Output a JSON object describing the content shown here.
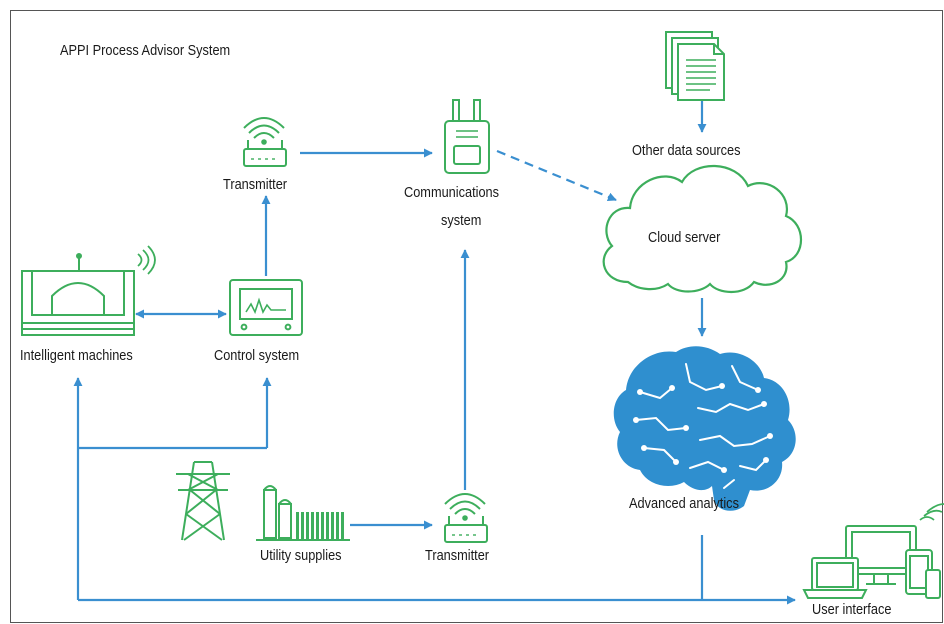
{
  "title": "APPI Process Advisor System",
  "colors": {
    "flow": "#3a8fd0",
    "icon": "#3dae5c",
    "brain": "#2f8fcf"
  },
  "nodes": {
    "other_data_sources": {
      "label": "Other data sources",
      "icon": "document-stack-icon"
    },
    "transmitter_top": {
      "label": "Transmitter",
      "icon": "router-icon"
    },
    "communications_system": {
      "label_line1": "Communications",
      "label_line2": "system",
      "icon": "handheld-radio-icon"
    },
    "cloud_server": {
      "label": "Cloud server",
      "icon": "cloud-icon"
    },
    "intelligent_machines": {
      "label": "Intelligent machines",
      "icon": "machine-icon"
    },
    "control_system": {
      "label": "Control system",
      "icon": "monitor-icon"
    },
    "advanced_analytics": {
      "label": "Advanced analytics",
      "icon": "brain-icon"
    },
    "utility_supplies": {
      "label": "Utility supplies",
      "icon": "power-plant-icon"
    },
    "transmitter_bottom": {
      "label": "Transmitter",
      "icon": "router-icon"
    },
    "user_interface": {
      "label": "User interface",
      "icon": "devices-icon"
    }
  },
  "connections": [
    {
      "from": "other_data_sources",
      "to": "cloud_server",
      "style": "solid"
    },
    {
      "from": "transmitter_top",
      "to": "communications_system",
      "style": "solid"
    },
    {
      "from": "communications_system",
      "to": "cloud_server",
      "style": "dashed"
    },
    {
      "from": "control_system",
      "to": "transmitter_top",
      "style": "solid"
    },
    {
      "from": "intelligent_machines",
      "to": "control_system",
      "style": "bidirectional"
    },
    {
      "from": "transmitter_bottom",
      "to": "communications_system",
      "style": "solid"
    },
    {
      "from": "utility_supplies",
      "to": "transmitter_bottom",
      "style": "solid"
    },
    {
      "from": "cloud_server",
      "to": "advanced_analytics",
      "style": "solid"
    },
    {
      "from": "advanced_analytics",
      "to": "user_interface",
      "style": "solid"
    },
    {
      "from": "bus",
      "to": "intelligent_machines",
      "style": "solid"
    },
    {
      "from": "bus",
      "to": "control_system",
      "style": "solid"
    }
  ]
}
